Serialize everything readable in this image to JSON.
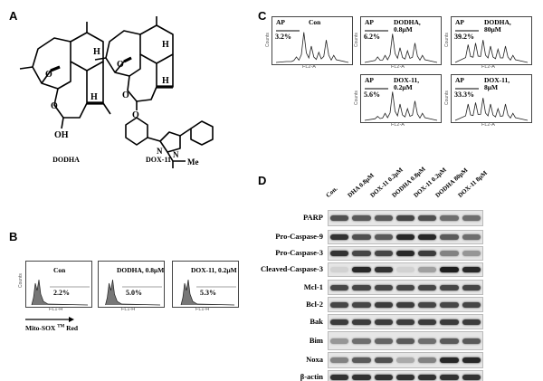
{
  "panels": {
    "a": "A",
    "b": "B",
    "c": "C",
    "d": "D"
  },
  "panel_a": {
    "compounds": [
      "DODHA",
      "DOX-11"
    ],
    "atoms": {
      "methyl_h": "H",
      "methyl_h2": "H",
      "o": "O",
      "oh": "OH",
      "o2": "O",
      "h3": "H",
      "h4": "H",
      "n": "N",
      "n2": "N",
      "me": "Me",
      "o3": "O"
    }
  },
  "panel_b": {
    "plots": [
      {
        "label": "Con",
        "percent": "2.2%",
        "xaxis": "FL1-H",
        "yaxis": "Counts"
      },
      {
        "label": "DODHA, 0.8μM",
        "percent": "5.0%",
        "xaxis": "FL1-H",
        "yaxis": "Counts"
      },
      {
        "label": "DOX-11, 0.2μM",
        "percent": "5.3%",
        "xaxis": "FL1-H",
        "yaxis": "Counts"
      }
    ],
    "legend": "Mito-SOX",
    "legend_sup": "TM",
    "legend_suffix": "Red"
  },
  "panel_c": {
    "plots": [
      {
        "gate": "AP",
        "label": "Con",
        "percent": "3.2%",
        "xaxis": "FL2-A",
        "yaxis": "Counts"
      },
      {
        "gate": "AP",
        "label": "DODHA,\n0.8μM",
        "percent": "6.2%",
        "xaxis": "FL2-A",
        "yaxis": "Counts"
      },
      {
        "gate": "AP",
        "label": "DODHA,\n80μM",
        "percent": "39.2%",
        "xaxis": "FL2-A",
        "yaxis": "Counts"
      },
      {
        "gate": "AP",
        "label": "DOX-11,\n0.2μM",
        "percent": "5.6%",
        "xaxis": "FL2-A",
        "yaxis": "Counts"
      },
      {
        "gate": "AP",
        "label": "DOX-11,\n8μM",
        "percent": "33.3%",
        "xaxis": "FL2-A",
        "yaxis": "Counts"
      }
    ]
  },
  "panel_d": {
    "lanes": [
      "Con.",
      "DHA  0.8μM",
      "DOX-11  0.2μM",
      "DODHA  0.8μM",
      "DOX-11  0.2μM",
      "DODHA  80μM",
      "DOX-11  8μM"
    ],
    "rows": [
      {
        "name": "PARP",
        "intensity": [
          0.75,
          0.7,
          0.7,
          0.8,
          0.75,
          0.6,
          0.6
        ]
      },
      {
        "name": "Pro-Caspase-9",
        "intensity": [
          0.9,
          0.75,
          0.7,
          0.95,
          0.95,
          0.7,
          0.6
        ]
      },
      {
        "name": "Pro-Caspase-3",
        "intensity": [
          0.9,
          0.8,
          0.8,
          0.95,
          0.85,
          0.5,
          0.4
        ]
      },
      {
        "name": "Cleaved-Caspase-3",
        "intensity": [
          0.1,
          0.95,
          0.9,
          0.1,
          0.35,
          1.0,
          0.95
        ]
      },
      {
        "name": "Mcl-1",
        "intensity": [
          0.8,
          0.8,
          0.8,
          0.8,
          0.8,
          0.8,
          0.8
        ]
      },
      {
        "name": "Bcl-2",
        "intensity": [
          0.8,
          0.8,
          0.85,
          0.85,
          0.8,
          0.8,
          0.8
        ]
      },
      {
        "name": "Bak",
        "intensity": [
          0.85,
          0.85,
          0.85,
          0.85,
          0.85,
          0.85,
          0.85
        ]
      },
      {
        "name": "Bim",
        "intensity": [
          0.4,
          0.6,
          0.65,
          0.7,
          0.6,
          0.7,
          0.7
        ]
      },
      {
        "name": "Noxa",
        "intensity": [
          0.5,
          0.7,
          0.75,
          0.3,
          0.5,
          0.95,
          0.95
        ]
      },
      {
        "name": "β-actin",
        "intensity": [
          0.9,
          0.9,
          0.9,
          0.9,
          0.9,
          0.9,
          0.9
        ]
      }
    ]
  }
}
